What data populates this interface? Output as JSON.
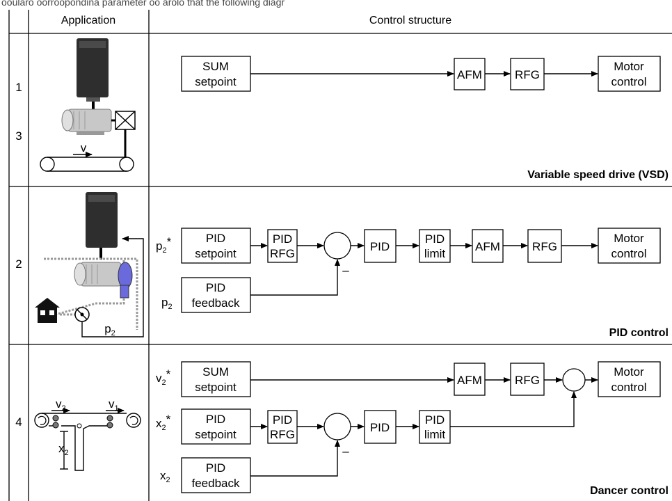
{
  "intro_text": "ooularo oorroopondina parameter oo arolo that the following diagr",
  "header": {
    "application": "Application",
    "control_structure": "Control structure"
  },
  "rows": {
    "r1": {
      "nums": [
        "1",
        "3"
      ],
      "app_label": "v",
      "blocks": {
        "sum_setpoint": [
          "SUM",
          "setpoint"
        ],
        "afm": "AFM",
        "rfg": "RFG",
        "motor_control": [
          "Motor",
          "control"
        ]
      },
      "caption": "Variable speed drive (VSD)"
    },
    "r2": {
      "num": "2",
      "app_label": "p",
      "app_label_sub": "2",
      "signals": {
        "setpoint": {
          "base": "p",
          "sub": "2",
          "sup": "*"
        },
        "feedback": {
          "base": "p",
          "sub": "2"
        }
      },
      "blocks": {
        "pid_setpoint": [
          "PID",
          "setpoint"
        ],
        "pid_rfg": [
          "PID",
          "RFG"
        ],
        "pid": "PID",
        "pid_limit": [
          "PID",
          "limit"
        ],
        "afm": "AFM",
        "rfg": "RFG",
        "motor_control": [
          "Motor",
          "control"
        ],
        "pid_feedback": [
          "PID",
          "feedback"
        ]
      },
      "minus": "–",
      "caption": "PID control"
    },
    "r4": {
      "num": "4",
      "app_labels": {
        "v2": {
          "base": "v",
          "sub": "2"
        },
        "v1": {
          "base": "v",
          "sub": "1"
        },
        "x2": {
          "base": "x",
          "sub": "2"
        }
      },
      "signals": {
        "v_setpoint": {
          "base": "v",
          "sub": "2",
          "sup": "*"
        },
        "x_setpoint": {
          "base": "x",
          "sub": "2",
          "sup": "*"
        },
        "x_feedback": {
          "base": "x",
          "sub": "2"
        }
      },
      "blocks": {
        "sum_setpoint": [
          "SUM",
          "setpoint"
        ],
        "afm": "AFM",
        "rfg": "RFG",
        "motor_control": [
          "Motor",
          "control"
        ],
        "pid_setpoint": [
          "PID",
          "setpoint"
        ],
        "pid_rfg": [
          "PID",
          "RFG"
        ],
        "pid": "PID",
        "pid_limit": [
          "PID",
          "limit"
        ],
        "pid_feedback": [
          "PID",
          "feedback"
        ]
      },
      "minus": "–",
      "caption": "Dancer control"
    }
  },
  "colors": {
    "drive_dark": "#2e2e2e",
    "motor_grey": "#c8c8c8",
    "pump_blue": "#6a6adc",
    "pipe_grey": "#9a9a9a"
  },
  "icons": [
    "inverter-icon",
    "motor-icon",
    "conveyor-icon",
    "pump-icon",
    "house-icon",
    "pressure-sensor-icon",
    "dancer-roller-icon"
  ]
}
